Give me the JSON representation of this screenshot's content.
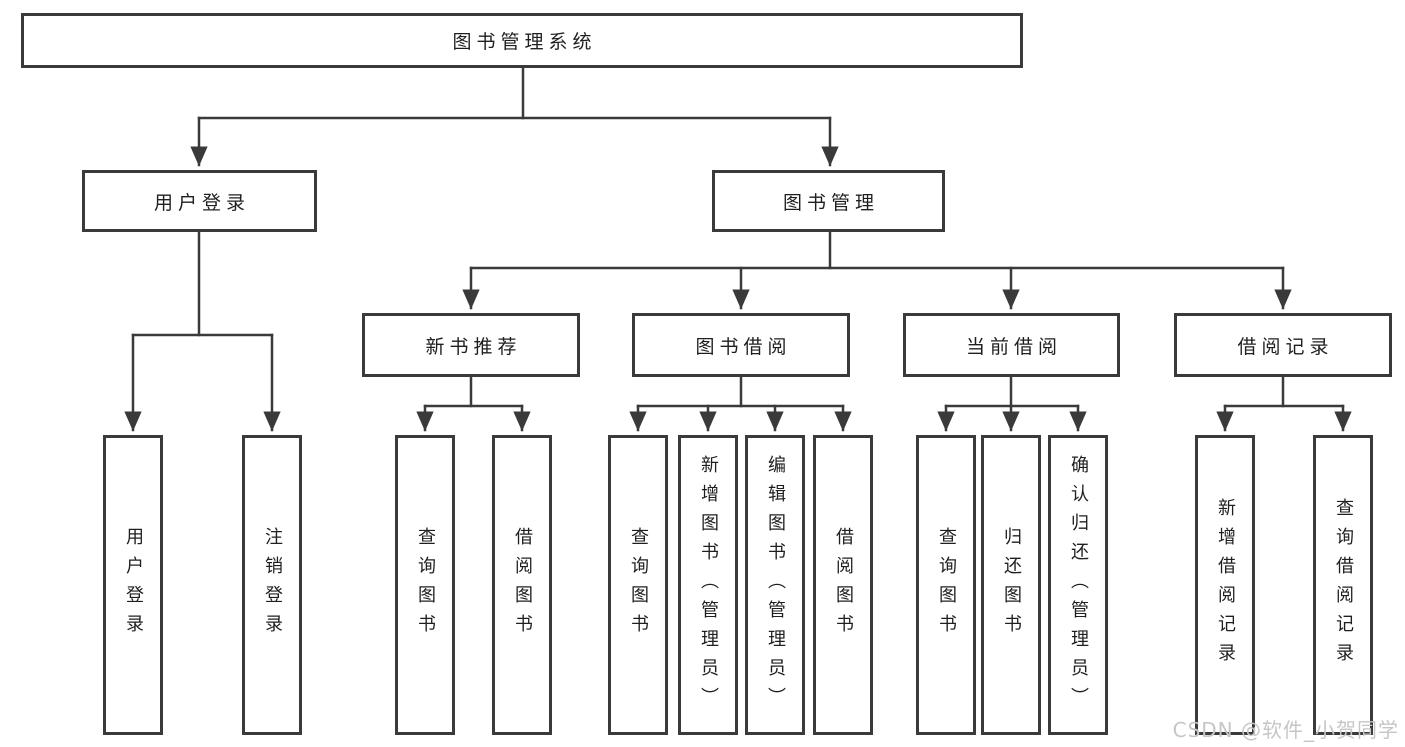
{
  "tree": {
    "root": {
      "label": "图书管理系统"
    },
    "branches": [
      {
        "label": "用户登录",
        "children": [
          {
            "label": "用户登录"
          },
          {
            "label": "注销登录"
          }
        ]
      },
      {
        "label": "图书管理",
        "children": [
          {
            "label": "新书推荐",
            "children": [
              {
                "label": "查询图书"
              },
              {
                "label": "借阅图书"
              }
            ]
          },
          {
            "label": "图书借阅",
            "children": [
              {
                "label": "查询图书"
              },
              {
                "label": "新增图书（管理员）"
              },
              {
                "label": "编辑图书（管理员）"
              },
              {
                "label": "借阅图书"
              }
            ]
          },
          {
            "label": "当前借阅",
            "children": [
              {
                "label": "查询图书"
              },
              {
                "label": "归还图书"
              },
              {
                "label": "确认归还（管理员）"
              }
            ]
          },
          {
            "label": "借阅记录",
            "children": [
              {
                "label": "新增借阅记录"
              },
              {
                "label": "查询借阅记录"
              }
            ]
          }
        ]
      }
    ]
  },
  "watermark": {
    "text": "CSDN @软件_小贺同学"
  },
  "colors": {
    "line": "#3a3a3a",
    "text": "#1f1f1f",
    "box_fill": "#ffffff",
    "watermark": "#c6c6c6",
    "background": "#ffffff"
  }
}
